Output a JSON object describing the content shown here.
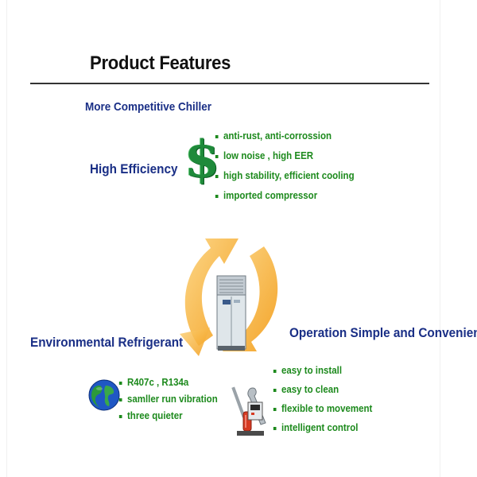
{
  "header": {
    "title": "Product Features",
    "subtitle": "More Competitive Chiller"
  },
  "high_efficiency": {
    "heading": "High Efficiency",
    "icon": "dollar-sign-icon",
    "symbol": "$",
    "items": [
      "anti-rust, anti-corrossion",
      "low noise , high EER",
      "high stability, efficient cooling",
      "imported compressor"
    ]
  },
  "environmental": {
    "heading": "Environmental Refrigerant",
    "icon": "globe-icon",
    "items": [
      "R407c , R134a",
      "samller run vibration",
      "three quieter"
    ]
  },
  "operation": {
    "heading": "Operation Simple and Convenient",
    "icon": "tools-icon",
    "items": [
      "easy to install",
      "easy to clean",
      "flexible to movement",
      "intelligent control"
    ]
  },
  "center": {
    "icon": "chiller-unit-icon",
    "cycle_icon": "cycle-arrows-icon"
  },
  "colors": {
    "heading_blue": "#1a2f86",
    "list_green": "#1d8a1d",
    "arrow_orange": "#f5a623",
    "dollar_green": "#1e8a3a"
  }
}
